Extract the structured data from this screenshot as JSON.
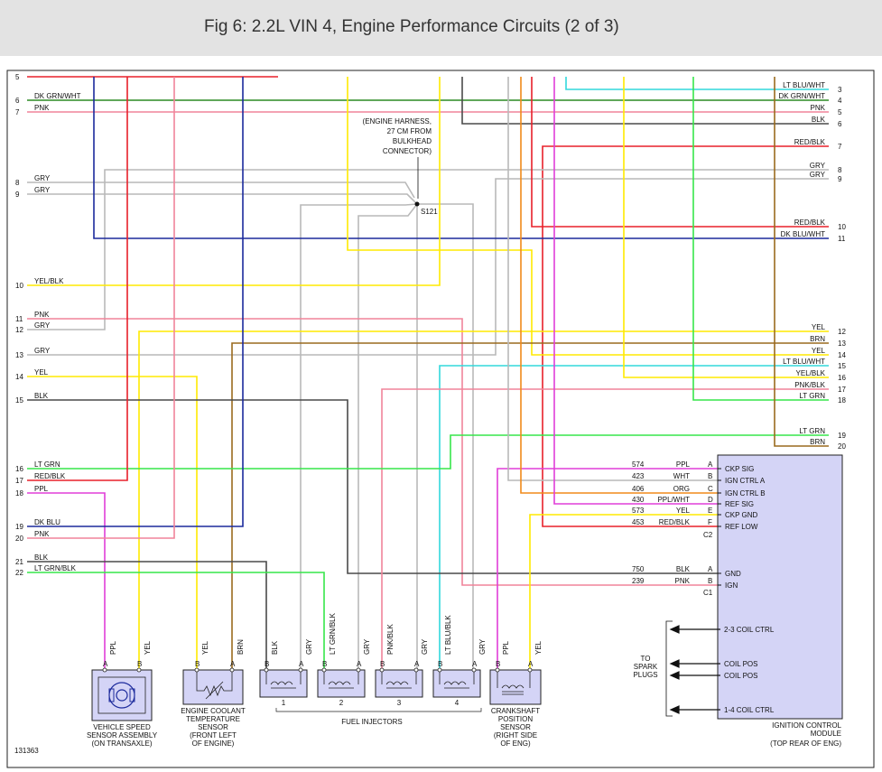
{
  "title": "Fig 6: 2.2L VIN 4, Engine Performance Circuits (2 of 3)",
  "colors": {
    "RED": "#e8202a",
    "GRY": "#b9b9b9",
    "PNK": "#f0849a",
    "YEL": "#ffea00",
    "BLK": "#4a4a4a",
    "DKBLU": "#1c2a9c",
    "LTGRN": "#37e64a",
    "PPL": "#e03ed8",
    "BRN": "#9a6a1e",
    "ORG": "#f08a1a",
    "LTBLU": "#32d8dc",
    "DKGRN": "#2c8a22",
    "module": "#d4d4f6"
  },
  "left_circuits": [
    {
      "num": "5",
      "label": ""
    },
    {
      "num": "6",
      "label": "DK GRN/WHT"
    },
    {
      "num": "7",
      "label": "PNK"
    },
    {
      "num": "8",
      "label": "GRY"
    },
    {
      "num": "9",
      "label": "GRY"
    },
    {
      "num": "10",
      "label": "YEL/BLK"
    },
    {
      "num": "11",
      "label": "PNK"
    },
    {
      "num": "12",
      "label": "GRY"
    },
    {
      "num": "13",
      "label": "GRY"
    },
    {
      "num": "14",
      "label": "YEL"
    },
    {
      "num": "15",
      "label": "BLK"
    },
    {
      "num": "16",
      "label": "LT GRN"
    },
    {
      "num": "17",
      "label": "RED/BLK"
    },
    {
      "num": "18",
      "label": "PPL"
    },
    {
      "num": "19",
      "label": "DK BLU"
    },
    {
      "num": "20",
      "label": "PNK"
    },
    {
      "num": "21",
      "label": "BLK"
    },
    {
      "num": "22",
      "label": "LT GRN/BLK"
    }
  ],
  "right_circuits": [
    {
      "num": "3",
      "label": "LT BLU/WHT"
    },
    {
      "num": "4",
      "label": "DK GRN/WHT"
    },
    {
      "num": "5",
      "label": "PNK"
    },
    {
      "num": "6",
      "label": "BLK"
    },
    {
      "num": "7",
      "label": "RED/BLK"
    },
    {
      "num": "8",
      "label": "GRY"
    },
    {
      "num": "9",
      "label": "GRY"
    },
    {
      "num": "10",
      "label": "RED/BLK"
    },
    {
      "num": "11",
      "label": "DK BLU/WHT"
    },
    {
      "num": "12",
      "label": "YEL"
    },
    {
      "num": "13",
      "label": "BRN"
    },
    {
      "num": "14",
      "label": "YEL"
    },
    {
      "num": "15",
      "label": "LT BLU/WHT"
    },
    {
      "num": "16",
      "label": "YEL/BLK"
    },
    {
      "num": "17",
      "label": "PNK/BLK"
    },
    {
      "num": "18",
      "label": "LT GRN"
    },
    {
      "num": "19",
      "label": "LT GRN"
    },
    {
      "num": "20",
      "label": "BRN"
    }
  ],
  "splice": {
    "note": [
      "(ENGINE HARNESS,",
      "27 CM FROM",
      "BULKHEAD",
      "CONNECTOR)"
    ],
    "label": "S121"
  },
  "module": {
    "name": [
      "IGNITION CONTROL",
      "MODULE",
      "(TOP REAR OF ENG)"
    ],
    "c2_label": "C2",
    "c1_label": "C1",
    "c2": [
      {
        "circuit": "574",
        "color": "PPL",
        "pin": "A",
        "func": "CKP SIG"
      },
      {
        "circuit": "423",
        "color": "WHT",
        "pin": "B",
        "func": "IGN CTRL A"
      },
      {
        "circuit": "406",
        "color": "ORG",
        "pin": "C",
        "func": "IGN CTRL B"
      },
      {
        "circuit": "430",
        "color": "PPL/WHT",
        "pin": "D",
        "func": "REF SIG"
      },
      {
        "circuit": "573",
        "color": "YEL",
        "pin": "E",
        "func": "CKP GND"
      },
      {
        "circuit": "453",
        "color": "RED/BLK",
        "pin": "F",
        "func": "REF LOW"
      }
    ],
    "c1": [
      {
        "circuit": "750",
        "color": "BLK",
        "pin": "A",
        "func": "GND"
      },
      {
        "circuit": "239",
        "color": "PNK",
        "pin": "B",
        "func": "IGN"
      }
    ],
    "coil": [
      "2-3 COIL CTRL",
      "COIL POS",
      "COIL POS",
      "1-4 COIL CTRL"
    ],
    "plugs": [
      "TO",
      "SPARK",
      "PLUGS"
    ]
  },
  "components": {
    "vss": {
      "name": [
        "VEHICLE SPEED",
        "SENSOR ASSEMBLY",
        "(ON TRANSAXLE)"
      ],
      "pins": [
        "A",
        "B"
      ],
      "wires": [
        "PPL",
        "YEL"
      ]
    },
    "ect": {
      "name": [
        "ENGINE COOLANT",
        "TEMPERATURE",
        "SENSOR",
        "(FRONT LEFT",
        "OF ENGINE)"
      ],
      "pins": [
        "B",
        "A"
      ],
      "wires": [
        "YEL",
        "BRN"
      ]
    },
    "inj": [
      {
        "num": "1",
        "pins": [
          "B",
          "A"
        ],
        "wires": [
          "BLK",
          "GRY"
        ]
      },
      {
        "num": "2",
        "pins": [
          "B",
          "A"
        ],
        "wires": [
          "LT GRN/BLK",
          "GRY"
        ]
      },
      {
        "num": "3",
        "pins": [
          "B",
          "A"
        ],
        "wires": [
          "PNK/BLK",
          "GRY"
        ]
      },
      {
        "num": "4",
        "pins": [
          "B",
          "A"
        ],
        "wires": [
          "LT BLU/BLK",
          "GRY"
        ]
      }
    ],
    "inj_label": "FUEL INJECTORS",
    "ckp": {
      "name": [
        "CRANKSHAFT",
        "POSITION",
        "SENSOR",
        "(RIGHT SIDE",
        "OF ENG)"
      ],
      "pins": [
        "B",
        "A"
      ],
      "wires": [
        "PPL",
        "YEL"
      ]
    }
  },
  "figure_id": "131363"
}
